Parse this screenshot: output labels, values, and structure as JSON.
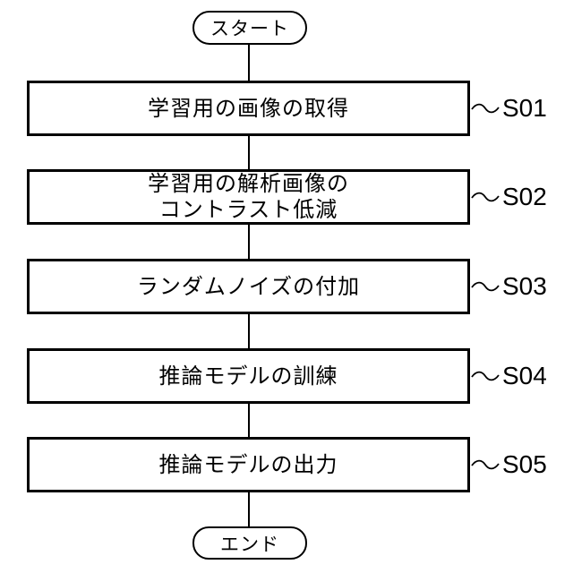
{
  "diagram": {
    "type": "flowchart",
    "start_label": "スタート",
    "end_label": "エンド",
    "steps": [
      {
        "id": "S01",
        "lines": [
          "学習用の画像の取得"
        ]
      },
      {
        "id": "S02",
        "lines": [
          "学習用の解析画像の",
          "コントラスト低減"
        ]
      },
      {
        "id": "S03",
        "lines": [
          "ランダムノイズの付加"
        ]
      },
      {
        "id": "S04",
        "lines": [
          "推論モデルの訓練"
        ]
      },
      {
        "id": "S05",
        "lines": [
          "推論モデルの出力"
        ]
      }
    ],
    "colors": {
      "stroke": "#000000",
      "background": "#ffffff"
    }
  }
}
